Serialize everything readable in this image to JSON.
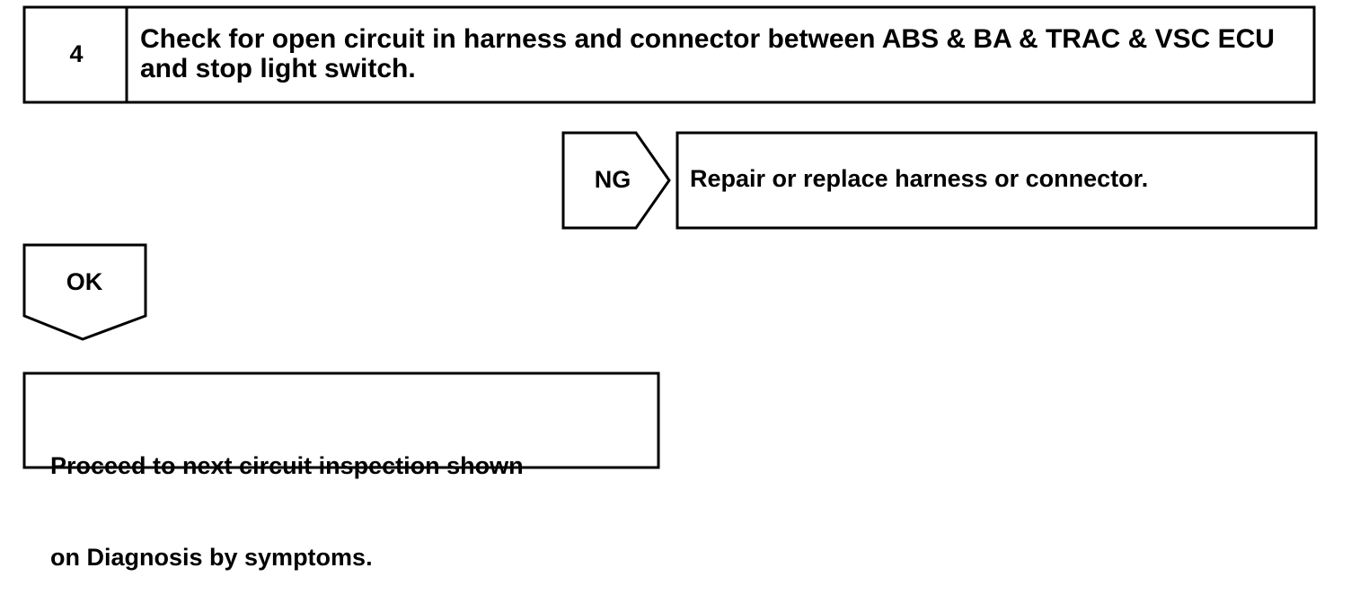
{
  "step": {
    "number": "4",
    "title": "Check for open circuit in harness and connector between ABS & BA & TRAC & VSC ECU and stop light switch."
  },
  "ng_branch": {
    "label": "NG",
    "action": "Repair or replace harness or connector."
  },
  "ok_branch": {
    "label": "OK",
    "action_line1": "Proceed to next circuit inspection shown",
    "action_line2": "on Diagnosis by symptoms."
  }
}
